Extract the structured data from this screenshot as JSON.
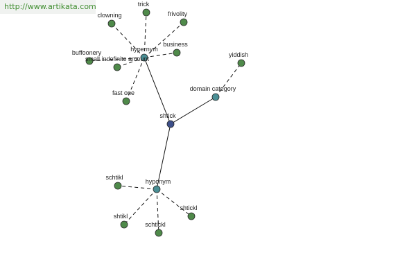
{
  "watermark": {
    "text": "http://www.artikata.com"
  },
  "graph": {
    "center": "shtick",
    "colors": {
      "center_node": "#3d4f8a",
      "hub_node": "#4a8f95",
      "leaf_node": "#4f8a4a",
      "node_stroke": "#2a2a2a",
      "edge": "#111111",
      "watermark_text": "#3f8d2f"
    },
    "nodes": [
      {
        "id": "shtick",
        "label": "shtick",
        "kind": "center"
      },
      {
        "id": "hypernym",
        "label": "hypernym",
        "kind": "hub"
      },
      {
        "id": "hyponym",
        "label": "hyponym",
        "kind": "hub"
      },
      {
        "id": "domain",
        "label": "domain category",
        "kind": "hub"
      },
      {
        "id": "clowning",
        "label": "clowning",
        "kind": "leaf"
      },
      {
        "id": "trick",
        "label": "trick",
        "kind": "leaf"
      },
      {
        "id": "frivolity",
        "label": "frivolity",
        "kind": "leaf"
      },
      {
        "id": "business",
        "label": "business",
        "kind": "leaf"
      },
      {
        "id": "buffoonery",
        "label": "buffoonery",
        "kind": "leaf"
      },
      {
        "id": "small_amount",
        "label": "small indefinite amount",
        "kind": "leaf"
      },
      {
        "id": "fast_one",
        "label": "fast one",
        "kind": "leaf"
      },
      {
        "id": "yiddish",
        "label": "yiddish",
        "kind": "leaf"
      },
      {
        "id": "schtikl",
        "label": "schtikl",
        "kind": "leaf"
      },
      {
        "id": "shtikl",
        "label": "shtikl",
        "kind": "leaf"
      },
      {
        "id": "schtickl",
        "label": "schtickl",
        "kind": "leaf"
      },
      {
        "id": "shtickl",
        "label": "shtickl",
        "kind": "leaf"
      }
    ],
    "edges": [
      {
        "from": "shtick",
        "to": "hypernym",
        "style": "solid"
      },
      {
        "from": "shtick",
        "to": "hyponym",
        "style": "solid"
      },
      {
        "from": "shtick",
        "to": "domain",
        "style": "solid"
      },
      {
        "from": "hypernym",
        "to": "clowning",
        "style": "dashed"
      },
      {
        "from": "hypernym",
        "to": "trick",
        "style": "dashed"
      },
      {
        "from": "hypernym",
        "to": "frivolity",
        "style": "dashed"
      },
      {
        "from": "hypernym",
        "to": "business",
        "style": "dashed"
      },
      {
        "from": "hypernym",
        "to": "buffoonery",
        "style": "dashed"
      },
      {
        "from": "hypernym",
        "to": "small_amount",
        "style": "dashed"
      },
      {
        "from": "hypernym",
        "to": "fast_one",
        "style": "dashed"
      },
      {
        "from": "domain",
        "to": "yiddish",
        "style": "dashed"
      },
      {
        "from": "hyponym",
        "to": "schtikl",
        "style": "dashed"
      },
      {
        "from": "hyponym",
        "to": "shtikl",
        "style": "dashed"
      },
      {
        "from": "hyponym",
        "to": "schtickl",
        "style": "dashed"
      },
      {
        "from": "hyponym",
        "to": "shtickl",
        "style": "dashed"
      }
    ]
  }
}
